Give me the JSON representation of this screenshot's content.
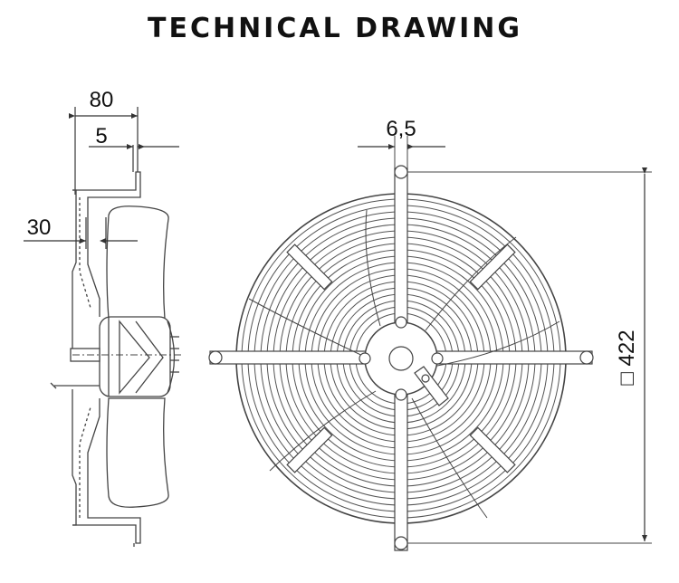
{
  "title": "TECHNICAL DRAWING",
  "dimensions": {
    "overall_depth": "80",
    "flange_offset": "5",
    "hub_offset": "30",
    "hole_diameter": "6,5",
    "square_size": "□ 422"
  },
  "colors": {
    "line": "#444444",
    "text": "#111111",
    "background": "#ffffff"
  }
}
